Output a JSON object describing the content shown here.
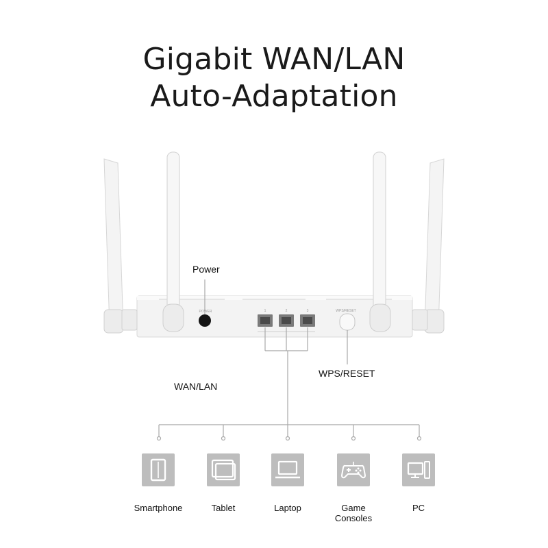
{
  "title": {
    "line1": "Gigabit WAN/LAN",
    "line2": "Auto-Adaptation"
  },
  "router": {
    "power_label": "Power",
    "wan_lan_label": "WAN/LAN",
    "wps_reset_label": "WPS/RESET",
    "port_numbers": [
      "1",
      "2",
      "3"
    ]
  },
  "devices": [
    {
      "label": "Smartphone",
      "icon": "smartphone-icon"
    },
    {
      "label": "Tablet",
      "icon": "tablet-icon"
    },
    {
      "label": "Laptop",
      "icon": "laptop-icon"
    },
    {
      "label_line1": "Game",
      "label_line2": "Consoles",
      "icon": "gamepad-icon"
    },
    {
      "label": "PC",
      "icon": "pc-icon"
    }
  ],
  "colors": {
    "icon_tile": "#bdbdbd",
    "line": "#9e9e9e",
    "router_body": "#f2f2f2"
  }
}
